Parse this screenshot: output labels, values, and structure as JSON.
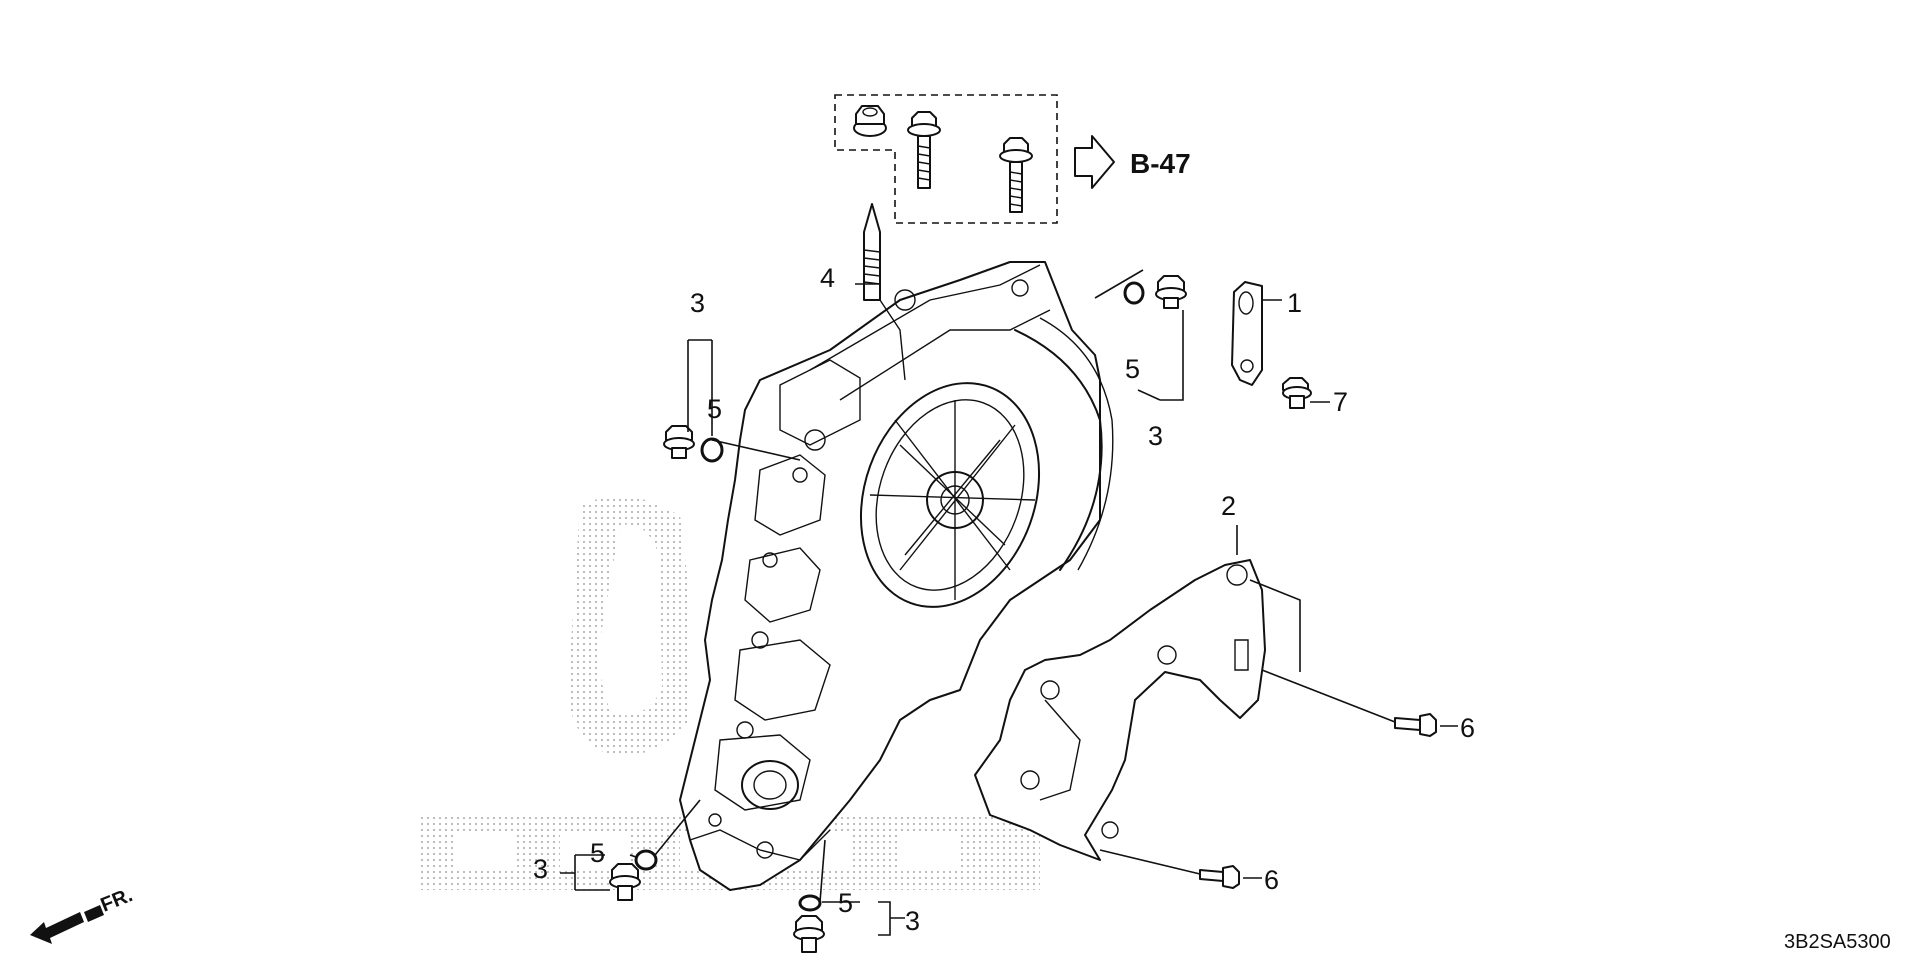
{
  "reference": {
    "label": "B-47"
  },
  "diagram_code": "3B2SA5300",
  "direction": {
    "label": "FR."
  },
  "callouts": [
    "1",
    "2",
    "3",
    "4",
    "5",
    "6",
    "7"
  ]
}
